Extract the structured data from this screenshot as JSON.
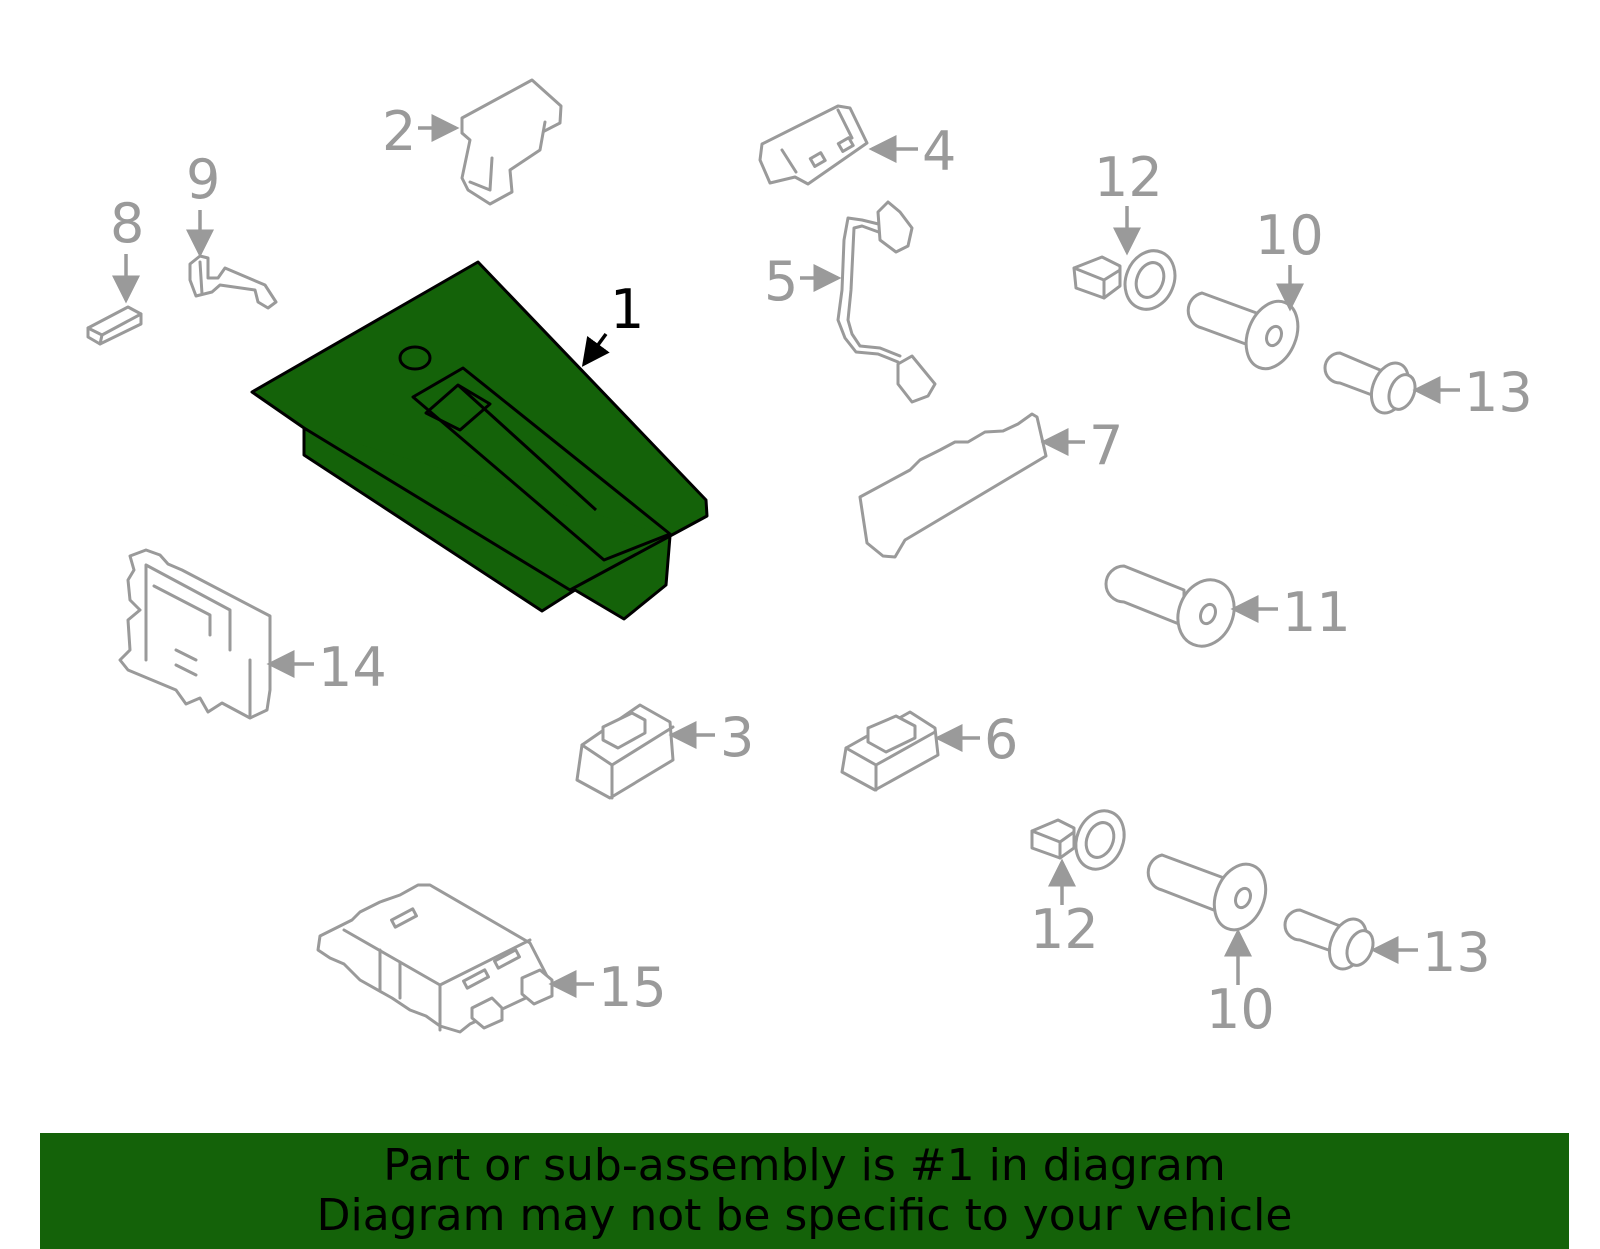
{
  "colors": {
    "highlight_fill": "#146209",
    "line_gray": "#9a9a9a",
    "banner_bg": "#146209"
  },
  "callouts": {
    "c1": "1",
    "c2": "2",
    "c3": "3",
    "c4": "4",
    "c5": "5",
    "c6": "6",
    "c7": "7",
    "c8": "8",
    "c9": "9",
    "c10a": "10",
    "c10b": "10",
    "c11": "11",
    "c12a": "12",
    "c12b": "12",
    "c13a": "13",
    "c13b": "13",
    "c14": "14",
    "c15": "15"
  },
  "banner": {
    "line1": "Part or sub-assembly is #1 in diagram",
    "line2": "Diagram may not be specific to your vehicle"
  }
}
